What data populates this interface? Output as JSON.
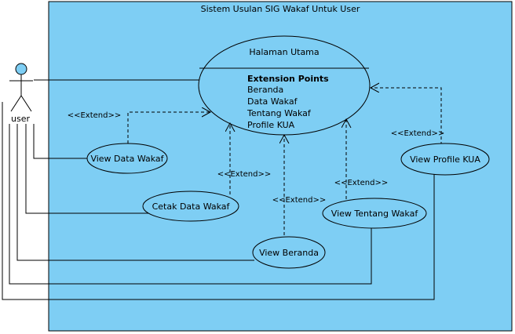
{
  "system": {
    "title": "Sistem Usulan SIG Wakaf Untuk User"
  },
  "actor": {
    "label": "user"
  },
  "main_use_case": {
    "label": "Halaman Utama",
    "extension_points_title": "Extension Points",
    "extension_points": [
      "Beranda",
      "Data Wakaf",
      "Tentang Wakaf",
      "Profile KUA"
    ]
  },
  "use_cases": {
    "view_data_wakaf": "View Data Wakaf",
    "cetak_data_wakaf": "Cetak Data Wakaf",
    "view_beranda": "View Beranda",
    "view_tentang_wakaf": "View Tentang Wakaf",
    "view_profile_kua": "View Profile KUA"
  },
  "extend_label": "<<Extend>>",
  "colors": {
    "system_fill": "#7ecef4",
    "use_case_fill": "#7ecef4",
    "actor_head": "#7ecef4",
    "stroke": "#000000"
  }
}
